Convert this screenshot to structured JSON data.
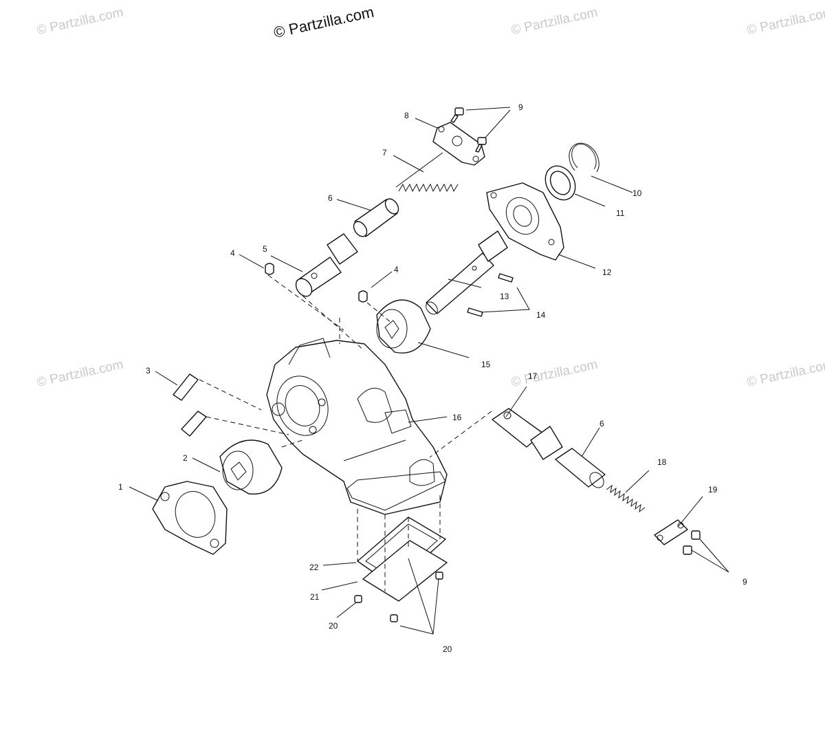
{
  "watermark": {
    "main": "© Partzilla.com",
    "faint": "© Partzilla.com"
  },
  "callouts": {
    "c1": "1",
    "c2": "2",
    "c3": "3",
    "c4a": "4",
    "c4b": "4",
    "c5": "5",
    "c6a": "6",
    "c6b": "6",
    "c7": "7",
    "c8": "8",
    "c9a": "9",
    "c9b": "9",
    "c10": "10",
    "c11": "11",
    "c12": "12",
    "c13": "13",
    "c14": "14",
    "c15": "15",
    "c16": "16",
    "c17": "17",
    "c18": "18",
    "c19": "19",
    "c20a": "20",
    "c20b": "20",
    "c21": "21",
    "c22": "22"
  },
  "colors": {
    "line": "#111111",
    "watermark": "#c9c9c9",
    "background": "#ffffff"
  }
}
